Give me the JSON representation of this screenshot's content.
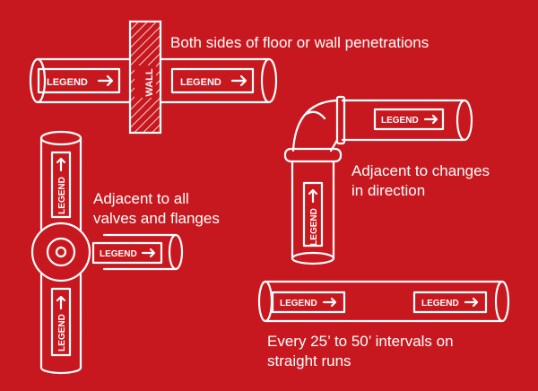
{
  "colors": {
    "background": "#c8181f",
    "stroke": "#ffffff"
  },
  "icons": {
    "arrow": "arrow-right-icon"
  },
  "legend_text": "LEGEND",
  "wall_text": "WALL",
  "captions": {
    "wall": "Both sides of floor or wall penetrations",
    "direction": [
      "Adjacent to changes",
      "in direction"
    ],
    "valves": [
      "Adjacent to all",
      "valves and flanges"
    ],
    "straight": [
      "Every 25’ to 50’ intervals on",
      "straight runs"
    ]
  }
}
